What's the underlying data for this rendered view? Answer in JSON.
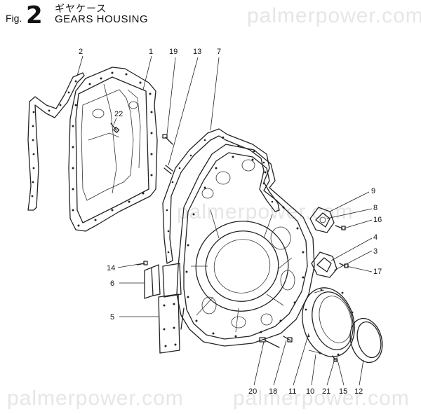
{
  "header": {
    "fig_prefix": "Fig.",
    "fig_number": "2",
    "title_jp": "ギヤケース",
    "title_en": "GEARS HOUSING"
  },
  "watermark": {
    "text_top": "palmerpower.com",
    "text_mid": "palmerpower.com",
    "text_bottom_left": "palmerpower.com",
    "text_bottom_right": "palmerpower.com"
  },
  "part_labels": {
    "p1": "1",
    "p2": "2",
    "p3": "3",
    "p4": "4",
    "p5": "5",
    "p6": "6",
    "p7": "7",
    "p8": "8",
    "p9": "9",
    "p10": "10",
    "p11": "11",
    "p12": "12",
    "p13": "13",
    "p14": "14",
    "p15": "15",
    "p16": "16",
    "p17": "17",
    "p18": "18",
    "p19": "19",
    "p20": "20",
    "p21": "21",
    "p22": "22"
  }
}
